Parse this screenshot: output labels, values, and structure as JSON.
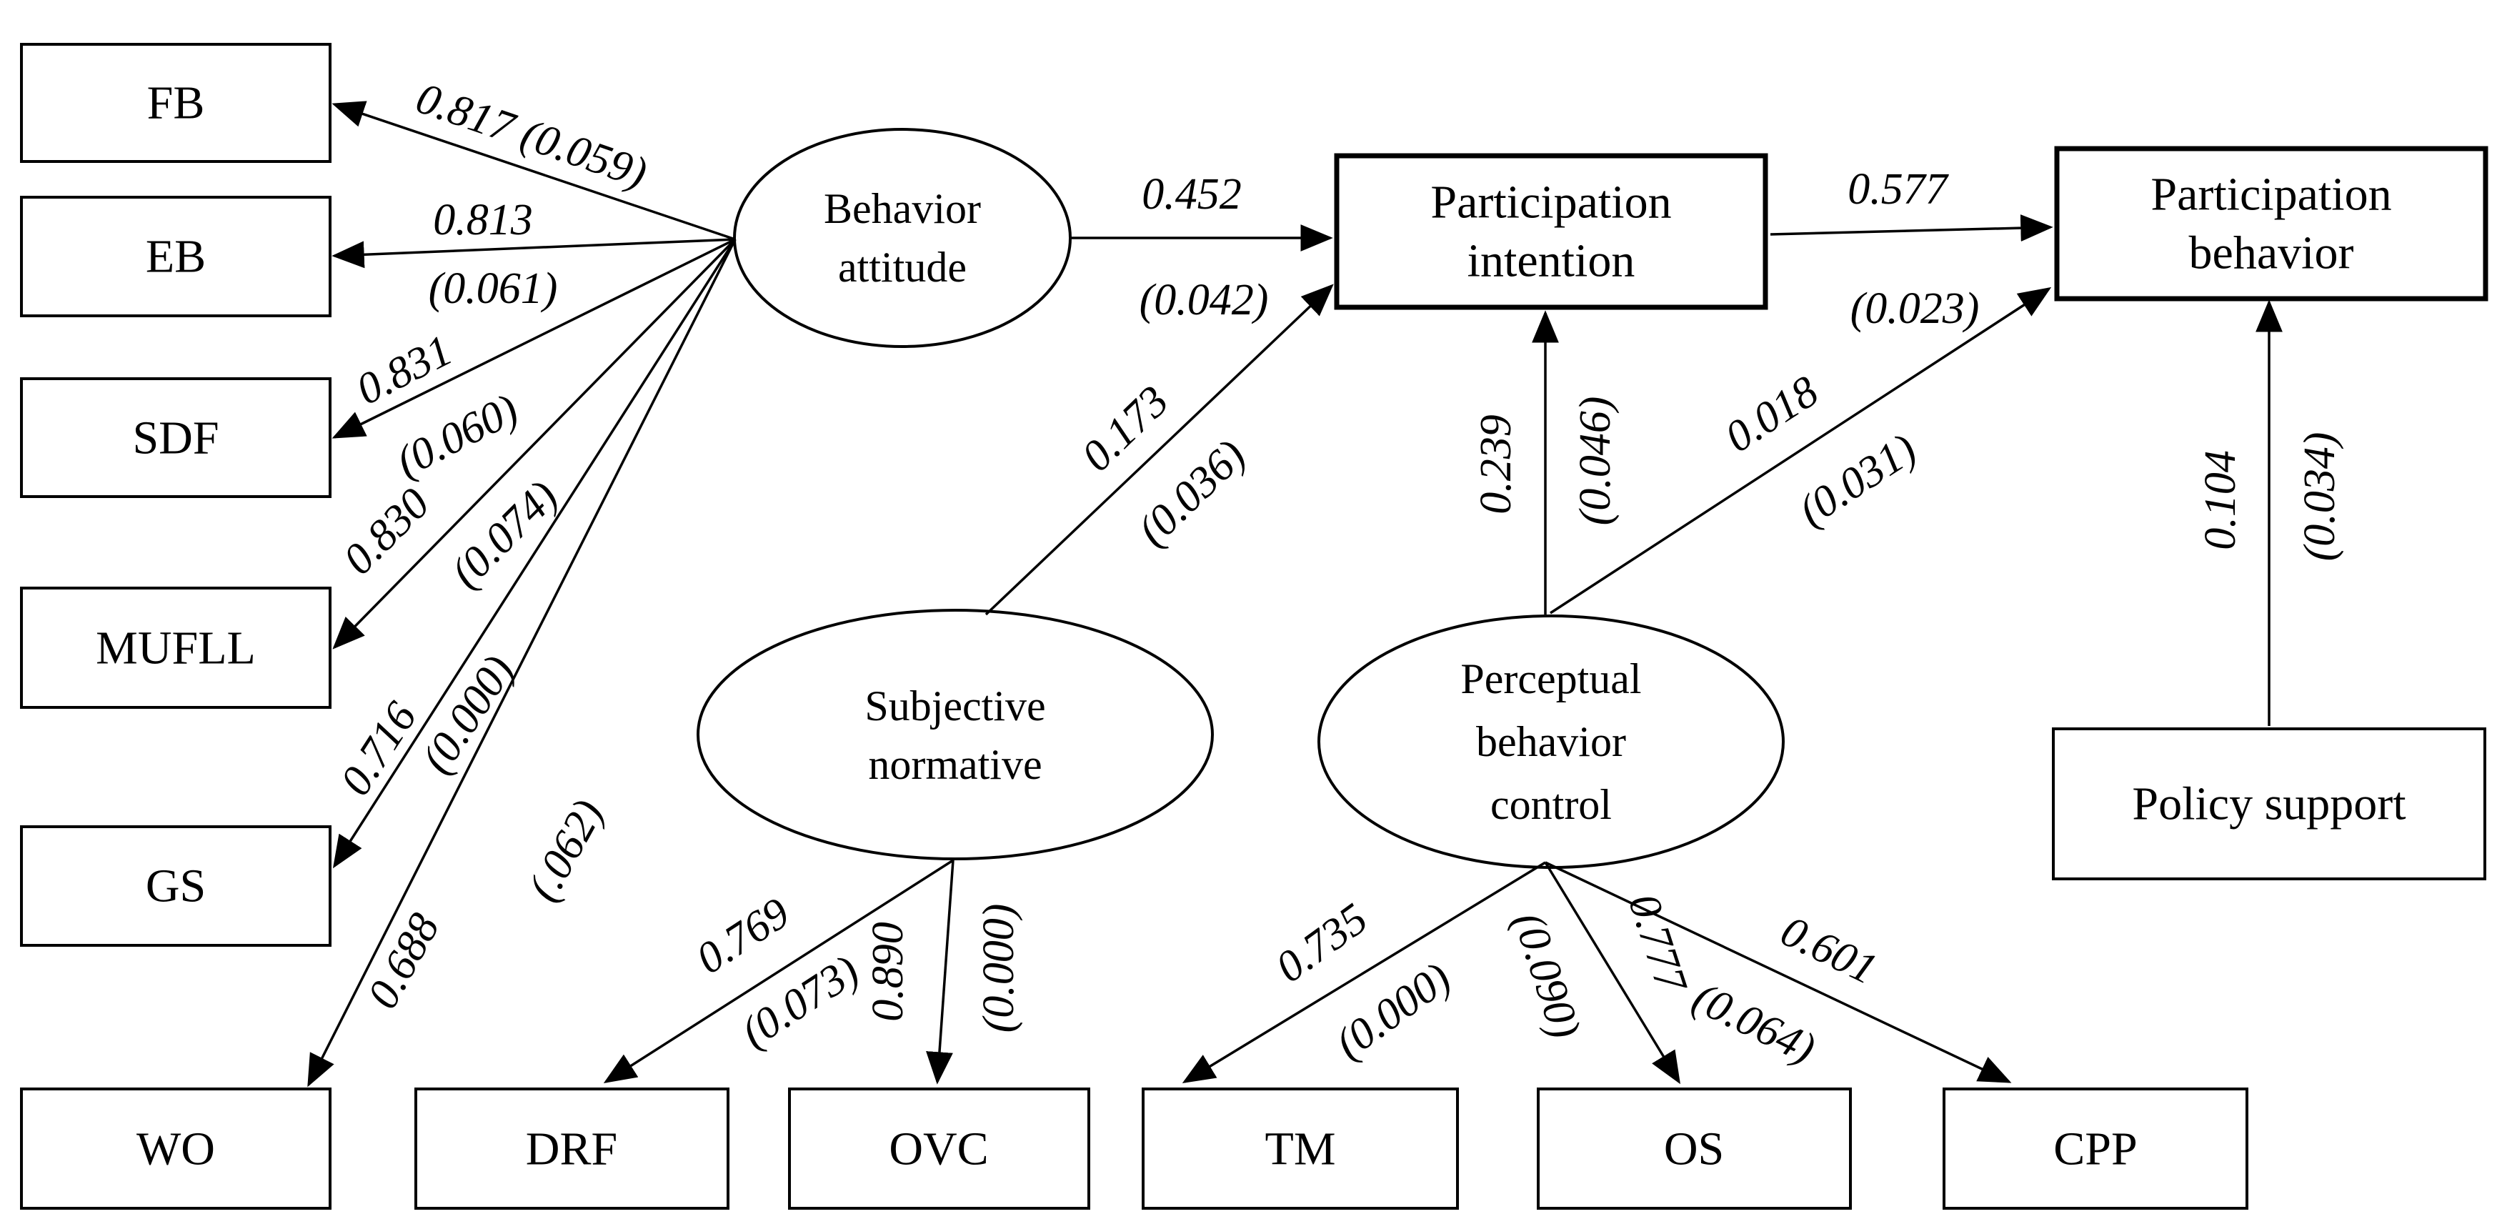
{
  "colors": {
    "ink": "#000000",
    "background": "#ffffff"
  },
  "latents": {
    "behavior_attitude": {
      "line1": "Behavior",
      "line2": "attitude"
    },
    "subjective_normative": {
      "line1": "Subjective",
      "line2": "normative"
    },
    "perceptual_behavior_control": {
      "line1": "Perceptual",
      "line2": "behavior",
      "line3": "control"
    }
  },
  "nodes": {
    "fb": "FB",
    "eb": "EB",
    "sdf": "SDF",
    "mufll": "MUFLL",
    "gs": "GS",
    "wo": "WO",
    "drf": "DRF",
    "ovc": "OVC",
    "tm": "TM",
    "os": "OS",
    "cpp": "CPP",
    "participation_intention": {
      "line1": "Participation",
      "line2": "intention"
    },
    "participation_behavior": {
      "line1": "Participation",
      "line2": "behavior"
    },
    "policy_support": "Policy support"
  },
  "paths": {
    "ba_fb": {
      "label": "0.817 (0.059)"
    },
    "ba_eb": {
      "value": "0.813",
      "se": "(0.061)"
    },
    "ba_sdf": {
      "value": "0.831",
      "se": "(0.060)"
    },
    "ba_mufll": {
      "value": "0.830",
      "se": "(0.074)"
    },
    "ba_gs": {
      "value": "0.716",
      "se": "(0.000)"
    },
    "ba_wo": {
      "value": "0.688",
      "se": "(.062)"
    },
    "ba_pi": {
      "value": "0.452",
      "se": "(0.042)"
    },
    "sn_pi": {
      "value": "0.173",
      "se": "(0.036)"
    },
    "pi_pb": {
      "value": "0.577",
      "se": "(0.023)"
    },
    "pbc_pi": {
      "value": "0.239",
      "se": "(0.046)"
    },
    "pbc_pb": {
      "value": "0.018",
      "se": "(0.031)"
    },
    "ps_pb": {
      "value": "0.104",
      "se": "(0.034)"
    },
    "sn_drf": {
      "value": "0.769",
      "se": "(0.073)"
    },
    "sn_ovc": {
      "value": "0.890",
      "se": "(0.000)"
    },
    "pbc_tm": {
      "value": "0.735",
      "se": "(0.000)"
    },
    "pbc_os": {
      "value": "0.777",
      "se": "(0.090)"
    },
    "pbc_cpp": {
      "value": "0.601",
      "se": "(0.064)"
    }
  }
}
